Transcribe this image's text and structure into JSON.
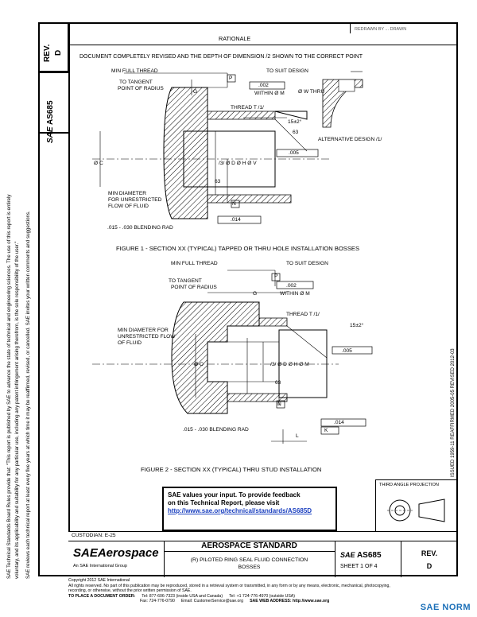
{
  "header": {
    "rev_label": "REV.",
    "rev_value": "D",
    "doc_number": "AS685",
    "sae_logo": "SAE",
    "rationale_title": "RATIONALE",
    "rationale_text": "DOCUMENT COMPLETELY REVISED AND THE DEPTH OF DIMENSION /2 SHOWN TO THE CORRECT POINT",
    "top_right_stamp": "REDRAWN BY ... DRAWN"
  },
  "side_note": {
    "line1": "SAE Technical Standards Board Rules provide that: \"This report is published by SAE to advance the state of technical and engineering sciences. The use of this report is entirely",
    "line2": "voluntary, and its applicability and suitability for any particular use, including any patent infringement arising therefrom, is the sole responsibility of the user.\"",
    "line3": "SAE reviews each technical report at least every five years at which time it may be reaffirmed, revised, or cancelled. SAE invites your written comments and suggestions."
  },
  "revision_history": "ISSUED 1959-11 REAFFIRMED 2005-05 REVISED 2012-03",
  "figure1": {
    "caption": "FIGURE 1 - SECTION XX (TYPICAL) TAPPED OR THRU HOLE INSTALLATION BOSSES",
    "labels": {
      "min_full_thread": "MIN FULL THREAD",
      "to_tangent": "TO TANGENT",
      "point_radius": "POINT OF RADIUS",
      "g": "G",
      "to_suit": "TO SUIT DESIGN",
      "p": "P",
      "tol_value": ".002",
      "within": "WITHIN Ø M",
      "thru": "Ø W THRU",
      "thread": "THREAD T /1/",
      "angle": "15±2°",
      "r63": "63",
      "alt_design": "ALTERNATIVE DESIGN /1/",
      "tol2": ".005",
      "c": "Ø C",
      "dia": "/3/ Ø D  Ø H  Ø V",
      "min_dia": "MIN DIAMETER",
      "for_unrestricted": "FOR UNRESTRICTED",
      "flow": "FLOW OF FLUID",
      "n": "N",
      "tol3": ".014",
      "blend": ".015 - .030 BLENDING RAD"
    }
  },
  "figure2": {
    "caption": "FIGURE 2 - SECTION XX (TYPICAL) THRU STUD INSTALLATION",
    "labels": {
      "min_full_thread": "MIN FULL THREAD",
      "to_suit": "TO SUIT DESIGN",
      "p": "P",
      "to_tangent": "TO TANGENT",
      "point_radius": "POINT OF RADIUS",
      "tol_value": ".002",
      "within": "WITHIN Ø M",
      "g": "G",
      "thread": "THREAD T /1/",
      "angle": "15±2°",
      "min_dia": "MIN DIAMETER FOR",
      "unrestricted": "UNRESTRICTED FLOW",
      "fluid": "OF FLUID",
      "tol2": ".005",
      "c": "Ø C",
      "dia": "/3/ Ø D  Ø H  Ø M",
      "r63": "63",
      "n": "N",
      "blend": ".015 - .030 BLENDING RAD",
      "tol3": ".014",
      "km": "K",
      "l": "L"
    }
  },
  "projection": "THIRD ANGLE PROJECTION",
  "feedback": {
    "line1": "SAE values your input. To provide feedback",
    "line2": "on this Technical Report, please visit",
    "url": "http://www.sae.org/technical/standards/AS685D"
  },
  "title_block": {
    "custodian": "CUSTODIAN: E-25",
    "brand": "SAEAerospace",
    "brand_sub": "An SAE International Group",
    "std_title": "AEROSPACE STANDARD",
    "part_title": "(R) PILOTED RING SEAL FLUID CONNECTION",
    "part_title2": "BOSSES",
    "doc_number": "AS685",
    "sheet": "SHEET 1 OF 4",
    "rev_label": "REV.",
    "rev_value": "D"
  },
  "footer": {
    "copyright": "Copyright 2012 SAE International",
    "rights": "All rights reserved. No part of this publication may be reproduced, stored in a retrieval system or transmitted, in any form or by any means, electronic, mechanical, photocopying,",
    "rights2": "recording, or otherwise, without the prior written permission of SAE.",
    "order": "TO PLACE A DOCUMENT ORDER:",
    "tel1": "Tel: 877-606-7323 (inside USA and Canada)",
    "tel2": "Tel: +1 724-776-4970 (outside USA)",
    "fax": "Fax: 724-776-0790",
    "email": "Email: CustomerService@sae.org",
    "web": "SAE WEB ADDRESS: http://www.sae.org"
  },
  "watermark": "SAE NORM"
}
